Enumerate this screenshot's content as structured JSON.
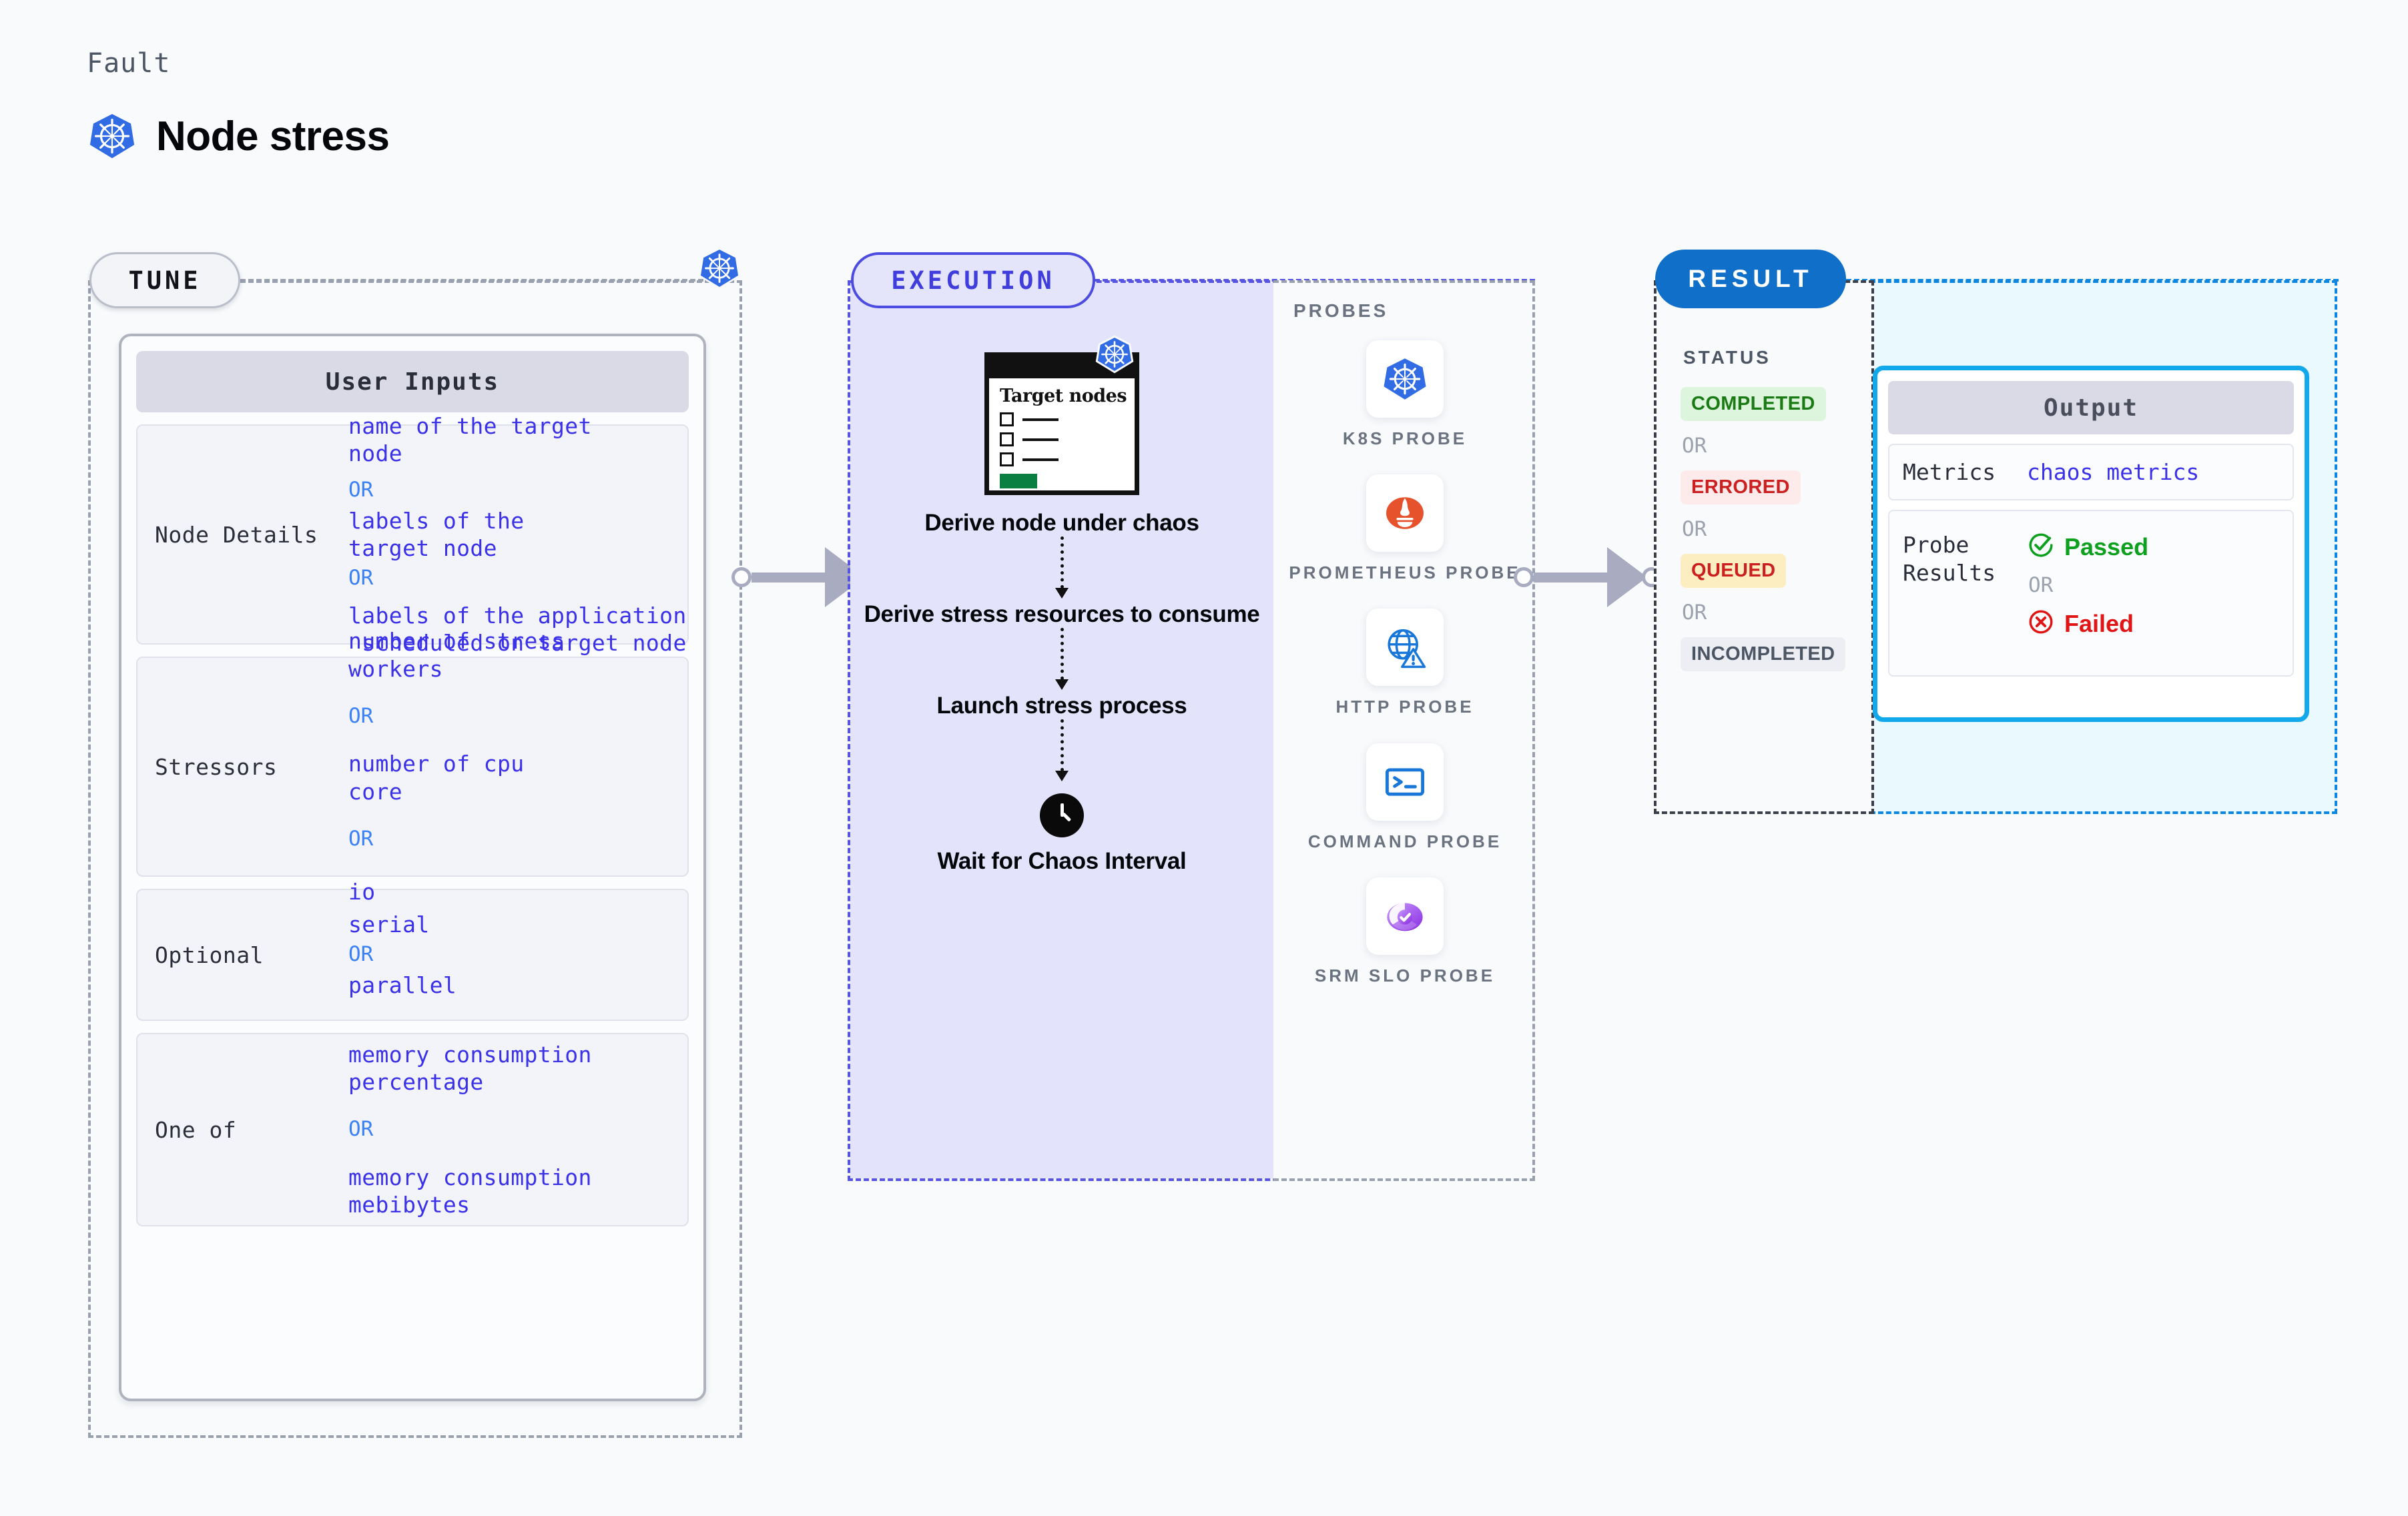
{
  "header": {
    "kicker": "Fault",
    "title": "Node stress",
    "icon": "kubernetes-icon"
  },
  "colors": {
    "accent_blue": "#3a31e8",
    "k8s_blue": "#326ce5",
    "execution_purple": "#3f3ddc",
    "result_blue": "#0f6fc9",
    "output_cyan": "#12a8ec",
    "pass_green": "#0ea01f",
    "fail_red": "#e01616"
  },
  "tune": {
    "chip_label": "TUNE",
    "card_title": "User Inputs",
    "or_label": "OR",
    "rows": [
      {
        "label": "Node Details",
        "values": [
          "name of the target\nnode",
          "labels of the\ntarget node",
          "labels of the application\n scheduled on target node"
        ]
      },
      {
        "label": "Stressors",
        "values": [
          "number of stress\nworkers",
          "number of cpu\ncore",
          "io"
        ]
      },
      {
        "label": "Optional",
        "values": [
          "serial",
          "parallel"
        ]
      },
      {
        "label": "One of",
        "values": [
          "memory consumption\npercentage",
          "memory consumption\nmebibytes"
        ]
      }
    ]
  },
  "execution": {
    "chip_label": "EXECUTION",
    "card": {
      "title": "Target\nnodes",
      "icon": "kubernetes-icon",
      "checkbox_count": 3
    },
    "steps": [
      "Derive node under chaos",
      "Derive stress resources to consume",
      "Launch stress process",
      "Wait for Chaos Interval"
    ],
    "wait_icon": "clock-icon"
  },
  "probes": {
    "title": "PROBES",
    "items": [
      {
        "name": "K8S PROBE",
        "icon": "kubernetes-icon"
      },
      {
        "name": "PROMETHEUS PROBE",
        "icon": "prometheus-icon"
      },
      {
        "name": "HTTP PROBE",
        "icon": "globe-warning-icon"
      },
      {
        "name": "COMMAND PROBE",
        "icon": "terminal-icon"
      },
      {
        "name": "SRM SLO PROBE",
        "icon": "slo-gauge-icon"
      }
    ]
  },
  "result": {
    "chip_label": "RESULT",
    "status_title": "STATUS",
    "or_label": "OR",
    "statuses": [
      {
        "label": "COMPLETED",
        "style": "completed"
      },
      {
        "label": "ERRORED",
        "style": "errored"
      },
      {
        "label": "QUEUED",
        "style": "queued"
      },
      {
        "label": "INCOMPLETED",
        "style": "incompleted"
      }
    ],
    "output": {
      "title": "Output",
      "metrics_label": "Metrics",
      "metrics_value": "chaos metrics",
      "probe_results_label": "Probe\nResults",
      "passed_label": "Passed",
      "failed_label": "Failed",
      "passed_icon": "check-circle-icon",
      "failed_icon": "x-circle-icon"
    }
  }
}
